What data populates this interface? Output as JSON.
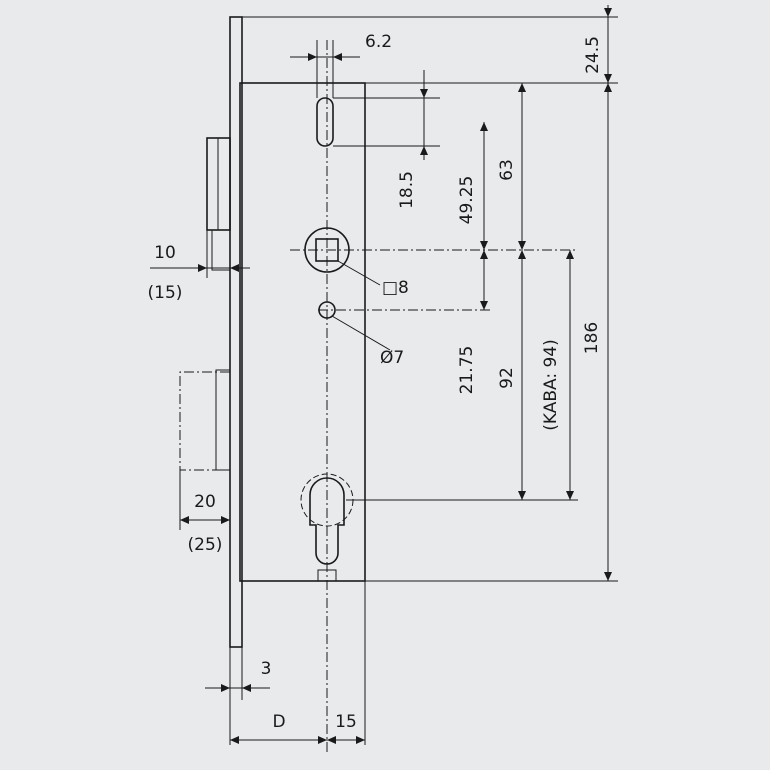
{
  "colors": {
    "background": "#e8eaec",
    "ink": "#1a1a1a",
    "part_fill": "#ffffff"
  },
  "dimensions": {
    "top_offset": "24.5",
    "slot_width": "6.2",
    "slot_height": "18.5",
    "top_to_spindle_a": "49.25",
    "top_to_spindle_b": "63",
    "spindle_square": "□8",
    "hole_diameter": "Ø7",
    "spindle_to_hole": "21.75",
    "spindle_to_cylinder": "92",
    "kaba_distance": "(KABA: 94)",
    "overall_height": "186",
    "latch_projection": "10",
    "latch_projection_alt": "(15)",
    "bolt_projection": "20",
    "bolt_projection_alt": "(25)",
    "faceplate_thickness": "3",
    "backset": "D",
    "case_to_axis": "15"
  }
}
